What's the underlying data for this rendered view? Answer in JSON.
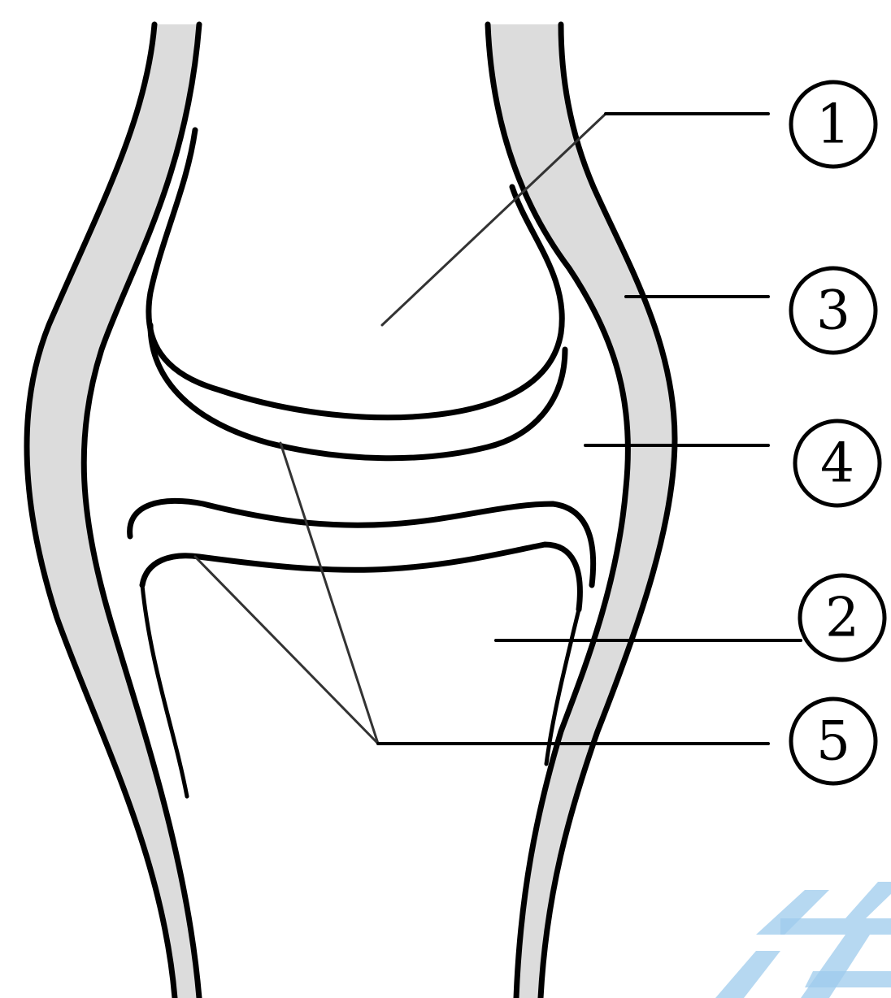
{
  "diagram": {
    "labels": [
      {
        "id": "1",
        "text": "1"
      },
      {
        "id": "3",
        "text": "3"
      },
      {
        "id": "4",
        "text": "4"
      },
      {
        "id": "2",
        "text": "2"
      },
      {
        "id": "5",
        "text": "5"
      }
    ],
    "colors": {
      "capsule": "#dcdcdc",
      "outline": "#000000",
      "watermark": "#9ecbec"
    }
  }
}
